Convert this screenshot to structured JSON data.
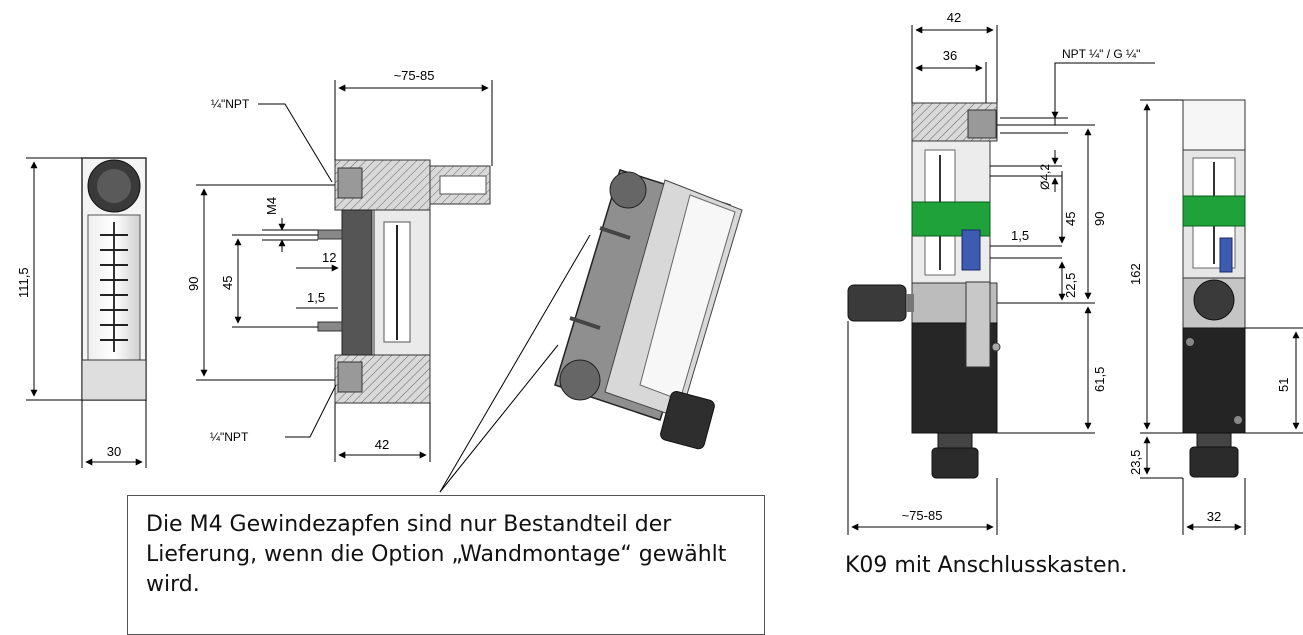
{
  "figure_left": {
    "front_view": {
      "height_dim": "111,5",
      "width_dim": "30"
    },
    "section_view": {
      "top_width_dim": "~75-85",
      "port_top_label": "¼\"NPT",
      "port_bottom_label": "¼\"NPT",
      "m4_label": "M4",
      "height_90": "90",
      "height_45": "45",
      "dim_12": "12",
      "dim_1_5": "1,5",
      "bottom_width_dim": "42"
    }
  },
  "figure_right": {
    "side_view": {
      "width_42": "42",
      "width_36": "36",
      "port_label": "NPT ¼\" / G ¼\"",
      "bore_dim": "Ø4,2",
      "dim_45": "45",
      "dim_90": "90",
      "dim_1_5": "1,5",
      "dim_22_5": "22,5",
      "dim_61_5": "61,5",
      "bottom_width": "~75-85"
    },
    "front_view": {
      "height_162": "162",
      "dim_51": "51",
      "dim_23_5": "23,5",
      "width_32": "32"
    }
  },
  "note": {
    "text": "Die M4 Gewindezapfen sind nur Bestandteil der Lieferung, wenn die Option „Wandmontage“ gewählt wird."
  },
  "caption": {
    "text": "K09 mit Anschlusskasten."
  },
  "colors": {
    "accent_green": "#1fa23a",
    "housing_dark": "#2a2a2a",
    "metal": "#b8b8b8"
  }
}
